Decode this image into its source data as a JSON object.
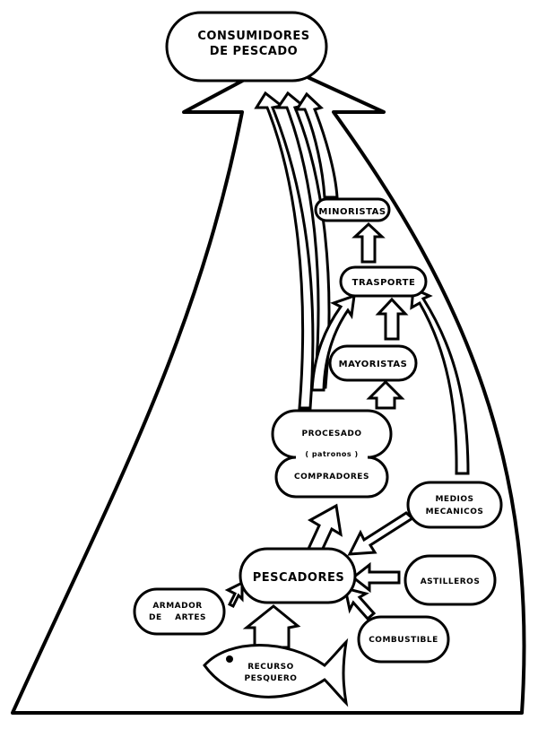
{
  "nodes": {
    "consumidores": [
      "CONSUMIDORES",
      "DE PESCADO"
    ],
    "minoristas": "MINORISTAS",
    "trasporte": "TRASPORTE",
    "mayoristas": "MAYORISTAS",
    "procesado": "PROCESADO",
    "patronos": "( patronos )",
    "compradores": "COMPRADORES",
    "medios": [
      "MEDIOS",
      "MECANICOS"
    ],
    "pescadores": "PESCADORES",
    "astilleros": "ASTILLEROS",
    "armador": [
      "ARMADOR",
      "DE    ARTES"
    ],
    "combustible": "COMBUSTIBLE",
    "recurso": [
      "RECURSO",
      "PESQUERO"
    ]
  }
}
